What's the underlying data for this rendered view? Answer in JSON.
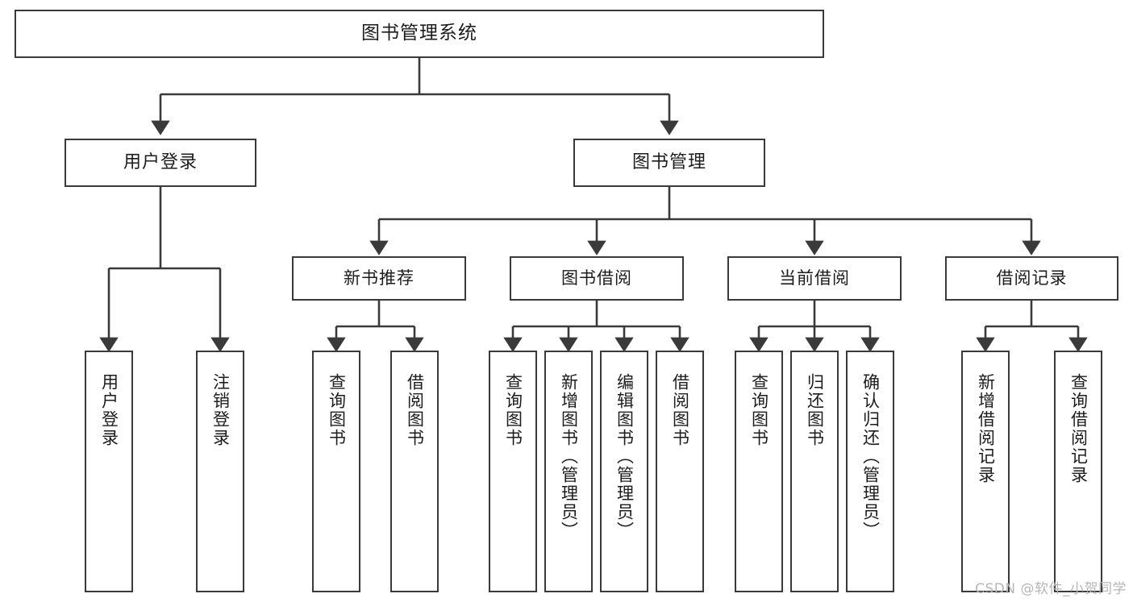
{
  "diagram": {
    "title": "图书管理系统",
    "watermark": "CSDN @软件_小贺同学",
    "line_color": "#3a3a3a",
    "box_fill": "#ffffff",
    "text_color": "#1c1c1c",
    "watermark_color": "#b6b6b6"
  },
  "nodes": {
    "root": {
      "label": "图书管理系统"
    },
    "level2": [
      {
        "label": "用户登录"
      },
      {
        "label": "图书管理"
      }
    ],
    "level3": [
      {
        "label": "新书推荐"
      },
      {
        "label": "图书借阅"
      },
      {
        "label": "当前借阅"
      },
      {
        "label": "借阅记录"
      }
    ],
    "leaves": {
      "user_login": [
        {
          "label": "用户登录"
        },
        {
          "label": "注销登录"
        }
      ],
      "new_book": [
        {
          "label": "查询图书"
        },
        {
          "label": "借阅图书"
        }
      ],
      "book_borrow": [
        {
          "label": "查询图书"
        },
        {
          "label": "新增图书（管理员）"
        },
        {
          "label": "编辑图书（管理员）"
        },
        {
          "label": "借阅图书"
        }
      ],
      "current_borrow": [
        {
          "label": "查询图书"
        },
        {
          "label": "归还图书"
        },
        {
          "label": "确认归还（管理员）"
        }
      ],
      "borrow_record": [
        {
          "label": "新增借阅记录"
        },
        {
          "label": "查询借阅记录"
        }
      ]
    }
  }
}
